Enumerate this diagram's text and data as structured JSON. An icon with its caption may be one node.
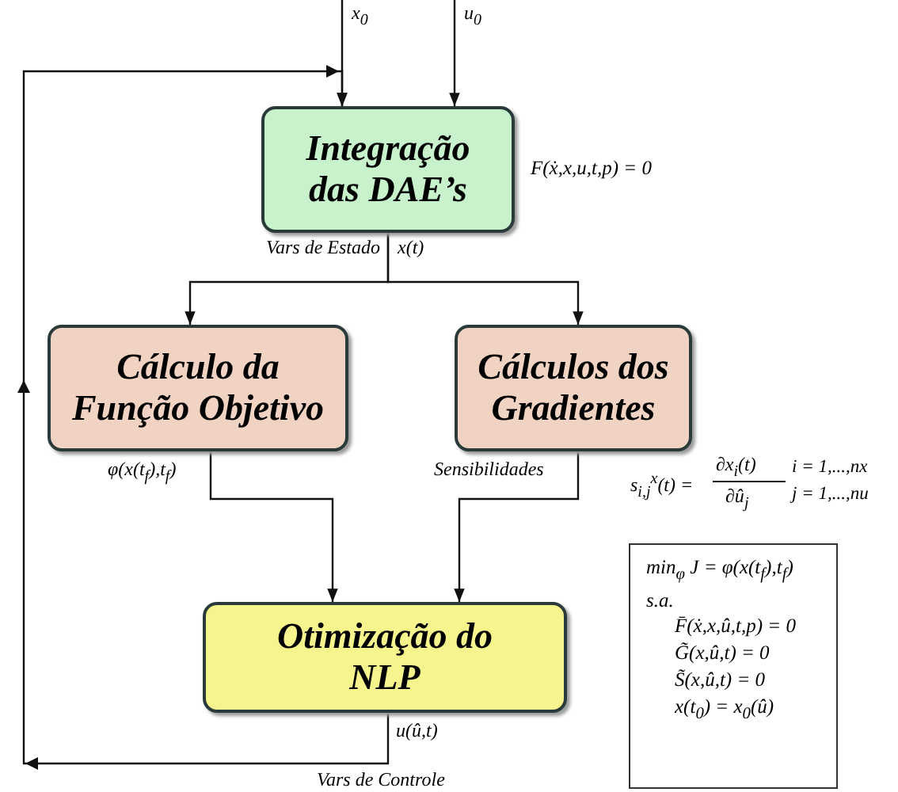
{
  "diagram": {
    "nodes": [
      {
        "text": [
          "Integração das DAE’s"
        ],
        "beside": [
          "F(ẋ,x,u,t,p) = 0"
        ]
      },
      {
        "text": [
          "Cálculo da Função Objetivo"
        ]
      },
      {
        "text": [
          "Cálculos dos Gradientes"
        ]
      },
      {
        "text": [
          "Otimização do NLP"
        ]
      },
      {
        "text": [
          "min$_{φ}$ J = φ(x(t$_{f}$),t$_{f}$)",
          "s.a.",
          "F̄(ẋ,x,û,t,p) = 0",
          "G̃(x,û,t) = 0",
          "S̃(x,û,t) = 0",
          "x(t$_{0}$) = x$_{0}$(û)"
        ]
      }
    ],
    "edges": [
      {
        "from": null,
        "to": 0,
        "arrow": "to",
        "label": "x$_{0}$"
      },
      {
        "from": null,
        "to": 0,
        "arrow": "to",
        "label": "u$_{0}$"
      },
      {
        "from": 0,
        "to": 1,
        "arrow": "to",
        "label": "Vars de Estado"
      },
      {
        "from": 0,
        "to": 2,
        "arrow": "to",
        "label": "x(t)"
      },
      {
        "from": 1,
        "to": 3,
        "arrow": "to",
        "label": "φ(x(t$_{f}$),t$_{f}$)"
      },
      {
        "from": 2,
        "to": 3,
        "arrow": "to",
        "label": "Sensibilidades"
      },
      {
        "from": 3,
        "to": 0,
        "arrow": "to",
        "label": "Vars de Controle"
      }
    ],
    "labels": [
      "u(û,t)",
      "s$_{i,j}$$^{x}$(t) =",
      "∂x$_{i}$(t)",
      "∂û$_{j}$",
      "i = 1,...,nx",
      "j = 1,...,nu"
    ]
  }
}
